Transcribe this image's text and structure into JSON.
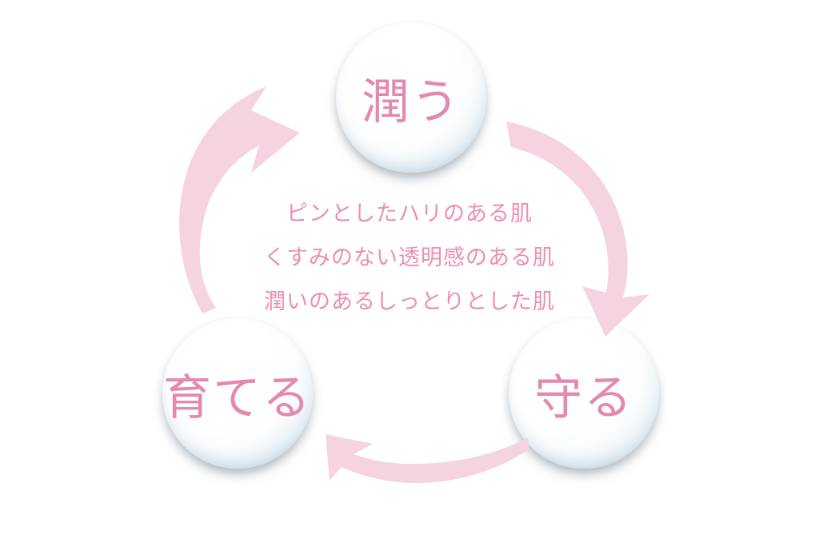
{
  "diagram": {
    "type": "three-step-cycle",
    "background_color": "#ffffff",
    "accent_pink": "#e489ae",
    "text_pink": "#ec8fb5",
    "arrow_pink": "#f6d3e0",
    "sphere_rim_color": "#cfe0ea",
    "nodes": [
      {
        "id": "node-moisturize",
        "label": "潤う",
        "position": "top"
      },
      {
        "id": "node-protect",
        "label": "守る",
        "position": "bottom-right"
      },
      {
        "id": "node-nurture",
        "label": "育てる",
        "position": "bottom-left"
      }
    ],
    "arrows": [
      {
        "id": "arrow-nurture-to-moisturize",
        "from": "育てる",
        "to": "潤う",
        "direction": "clockwise-up-left"
      },
      {
        "id": "arrow-moisturize-to-protect",
        "from": "潤う",
        "to": "守る",
        "direction": "clockwise-down-right"
      },
      {
        "id": "arrow-protect-to-nurture",
        "from": "守る",
        "to": "育てる",
        "direction": "right-to-left"
      }
    ],
    "center_text": {
      "lines": [
        "ピンとしたハリのある肌",
        "くすみのない透明感のある肌",
        "潤いのあるしっとりとした肌"
      ]
    }
  }
}
